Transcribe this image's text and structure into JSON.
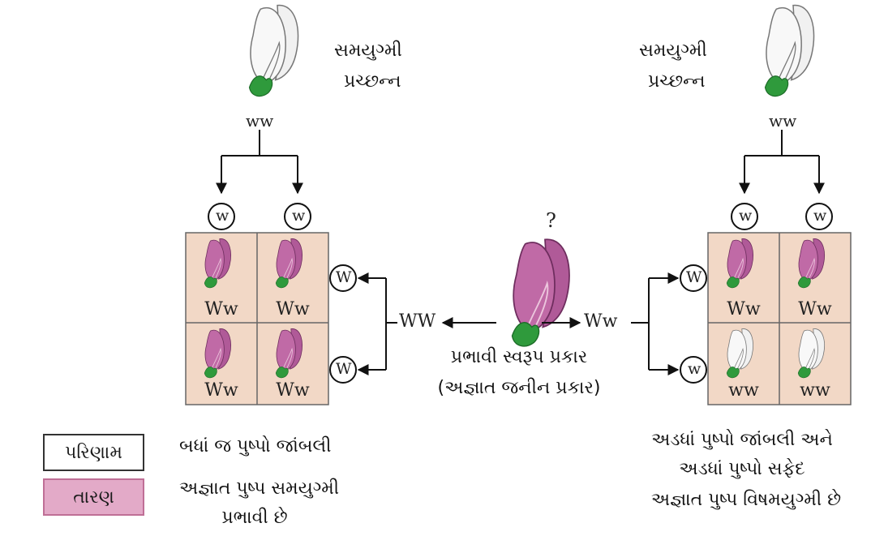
{
  "top_left": {
    "label_line1": "સમયુગ્મી",
    "label_line2": "પ્રચ્છન્ન",
    "genotype": "ww"
  },
  "top_right": {
    "label_line1": "સમયુગ્મી",
    "label_line2": "પ્રચ્છન્ન",
    "genotype": "ww"
  },
  "unknown": {
    "question": "?",
    "left_genotype": "WW",
    "right_genotype": "Ww",
    "caption_line1": "પ્રભાવી સ્વરૂપ પ્રકાર",
    "caption_line2": "(અજ્ઞાત જનીન પ્રકાર)"
  },
  "left_square": {
    "gamete_top": [
      "w",
      "w"
    ],
    "gamete_side": [
      "W",
      "W"
    ],
    "cells": [
      "Ww",
      "Ww",
      "Ww",
      "Ww"
    ],
    "cell_colors": [
      "purple",
      "purple",
      "purple",
      "purple"
    ]
  },
  "right_square": {
    "gamete_top": [
      "w",
      "w"
    ],
    "gamete_side": [
      "W",
      "w"
    ],
    "cells": [
      "Ww",
      "Ww",
      "ww",
      "ww"
    ],
    "cell_colors": [
      "purple",
      "purple",
      "white",
      "white"
    ]
  },
  "results": {
    "result_label": "પરિણામ",
    "inference_label": "તારણ",
    "left_result": "બધાં જ પુષ્પો જાંબલી",
    "left_inference_line1": "અજ્ઞાત પુષ્પ સમયુગ્મી",
    "left_inference_line2": "પ્રભાવી છે",
    "right_result_line1": "અડધાં પુષ્પો જાંબલી અને",
    "right_result_line2": "અડધાં પુષ્પો સફેદ",
    "right_inference": "અજ્ઞાત પુષ્પ વિષમયુગ્મી છે"
  },
  "colors": {
    "purple_flower": "#b05a98",
    "white_flower": "#f1f1f1",
    "leaf": "#2f9a3c",
    "cell_bg": "#f2d8c6"
  }
}
